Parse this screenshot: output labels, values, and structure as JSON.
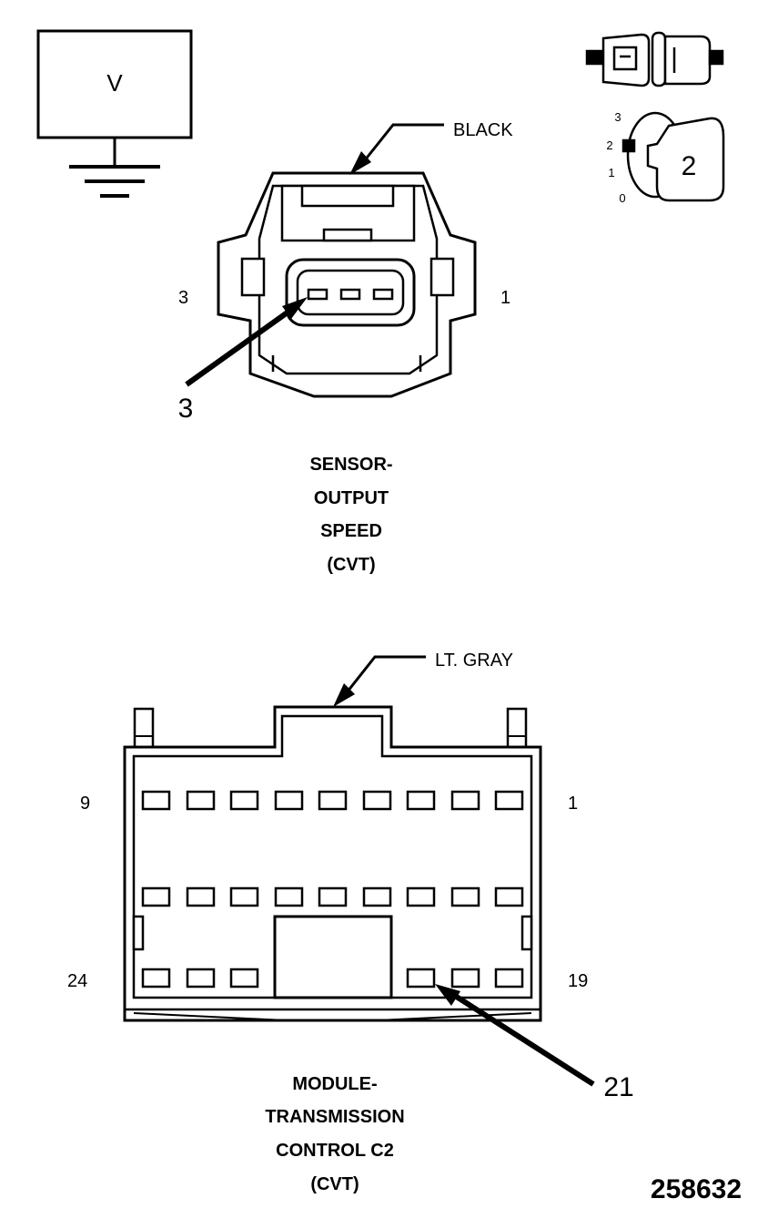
{
  "voltmeter": {
    "symbol": "V"
  },
  "ignition": {
    "key_number": "2",
    "positions": [
      "3",
      "2",
      "1",
      "0"
    ]
  },
  "sensor_connector": {
    "color_label": "BLACK",
    "pin_left": "3",
    "pin_right": "1",
    "callout": "3",
    "caption": [
      "SENSOR-",
      "OUTPUT",
      "SPEED",
      "(CVT)"
    ]
  },
  "module_connector": {
    "color_label": "LT. GRAY",
    "pin_top_left": "9",
    "pin_top_right": "1",
    "pin_bottom_left": "24",
    "pin_bottom_right": "19",
    "callout": "21",
    "caption": [
      "MODULE-",
      "TRANSMISSION",
      "CONTROL C2",
      "(CVT)"
    ]
  },
  "figure_number": "258632"
}
